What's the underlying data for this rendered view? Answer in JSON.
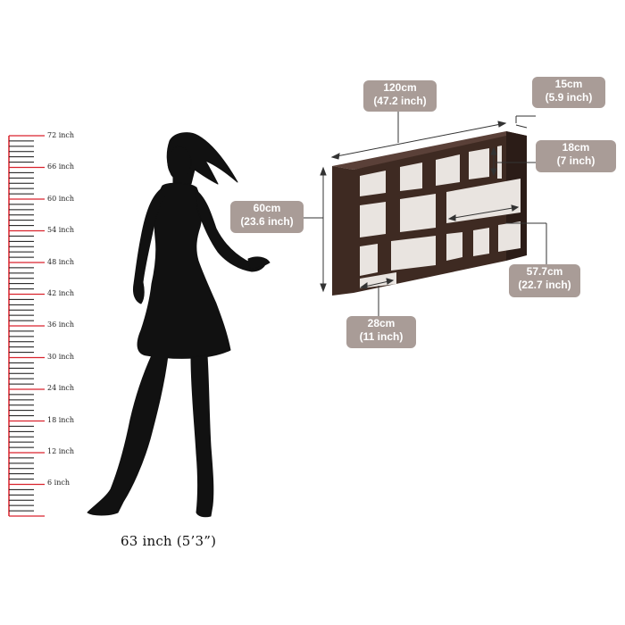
{
  "ruler": {
    "ticks": [
      "72 inch",
      "66 inch",
      "60 inch",
      "54 inch",
      "48 inch",
      "42 inch",
      "36 inch",
      "30 inch",
      "24 inch",
      "18 inch",
      "12 inch",
      "6 inch"
    ],
    "accent_color": "#d9232d"
  },
  "silhouette": {
    "height_caption": "63 inch (5’3”)",
    "color": "#111111"
  },
  "shelf": {
    "color": "#3e2a22",
    "dimensions": {
      "width": {
        "metric": "120cm",
        "imperial": "(47.2 inch)"
      },
      "depth": {
        "metric": "15cm",
        "imperial": "(5.9 inch)"
      },
      "compartment": {
        "metric": "18cm",
        "imperial": "(7 inch)"
      },
      "height": {
        "metric": "60cm",
        "imperial": "(23.6 inch)"
      },
      "inner_width": {
        "metric": "57.7cm",
        "imperial": "(22.7 inch)"
      },
      "bottom_cell": {
        "metric": "28cm",
        "imperial": "(11 inch)"
      }
    },
    "label_color": "#a99c97"
  }
}
